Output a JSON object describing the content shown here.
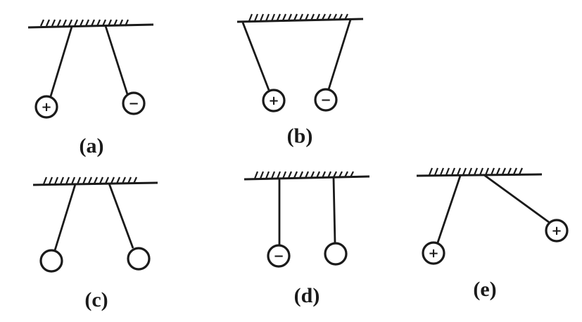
{
  "panels": [
    {
      "caption": "(a)",
      "charges": [
        "+",
        "−"
      ]
    },
    {
      "caption": "(b)",
      "charges": [
        "+",
        "−"
      ]
    },
    {
      "caption": "(c)",
      "charges": [
        "",
        ""
      ]
    },
    {
      "caption": "(d)",
      "charges": [
        "−",
        ""
      ]
    },
    {
      "caption": "(e)",
      "charges": [
        "+",
        "+"
      ]
    }
  ],
  "colors": {
    "ink": "#1a1a1a",
    "background": "#ffffff"
  }
}
